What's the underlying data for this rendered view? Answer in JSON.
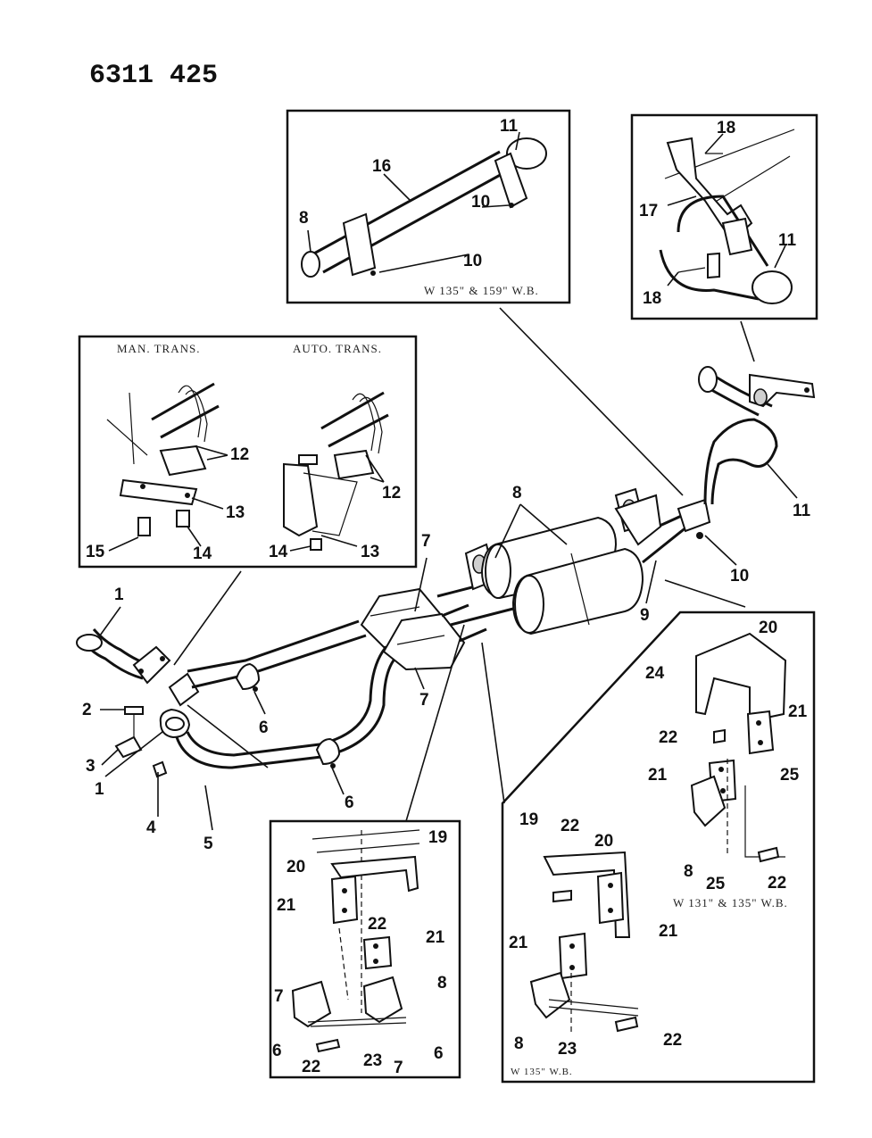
{
  "header": {
    "part_number": "6311 425"
  },
  "insets": {
    "top_center_caption": "W 135\" & 159\" W.B.",
    "trans_left_caption": "MAN. TRANS.",
    "trans_right_caption": "AUTO. TRANS.",
    "bottom_right_upper_caption": "W 131\" & 135\" W.B.",
    "bottom_right_lower_caption": "W 135\" W.B."
  },
  "callouts": {
    "c1a": "1",
    "c1b": "1",
    "c2": "2",
    "c3": "3",
    "c4": "4",
    "c5": "5",
    "c6a": "6",
    "c6b": "6",
    "c6c": "6",
    "c6d": "6",
    "c7a": "7",
    "c7b": "7",
    "c7c": "7",
    "c7d": "7",
    "c8a": "8",
    "c8b": "8",
    "c8c": "8",
    "c8d": "8",
    "c8e": "8",
    "c9": "9",
    "c10a": "10",
    "c10b": "10",
    "c10c": "10",
    "c11a": "11",
    "c11b": "11",
    "c11c": "11",
    "c12a": "12",
    "c12b": "12",
    "c13a": "13",
    "c13b": "13",
    "c14a": "14",
    "c14b": "14",
    "c15": "15",
    "c16": "16",
    "c17": "17",
    "c18a": "18",
    "c18b": "18",
    "c19a": "19",
    "c19b": "19",
    "c20a": "20",
    "c20b": "20",
    "c20c": "20",
    "c21a": "21",
    "c21b": "21",
    "c21c": "21",
    "c21d": "21",
    "c21e": "21",
    "c21f": "21",
    "c22a": "22",
    "c22b": "22",
    "c22c": "22",
    "c22d": "22",
    "c22e": "22",
    "c22f": "22",
    "c23a": "23",
    "c23b": "23",
    "c24": "24",
    "c25a": "25",
    "c25b": "25"
  }
}
